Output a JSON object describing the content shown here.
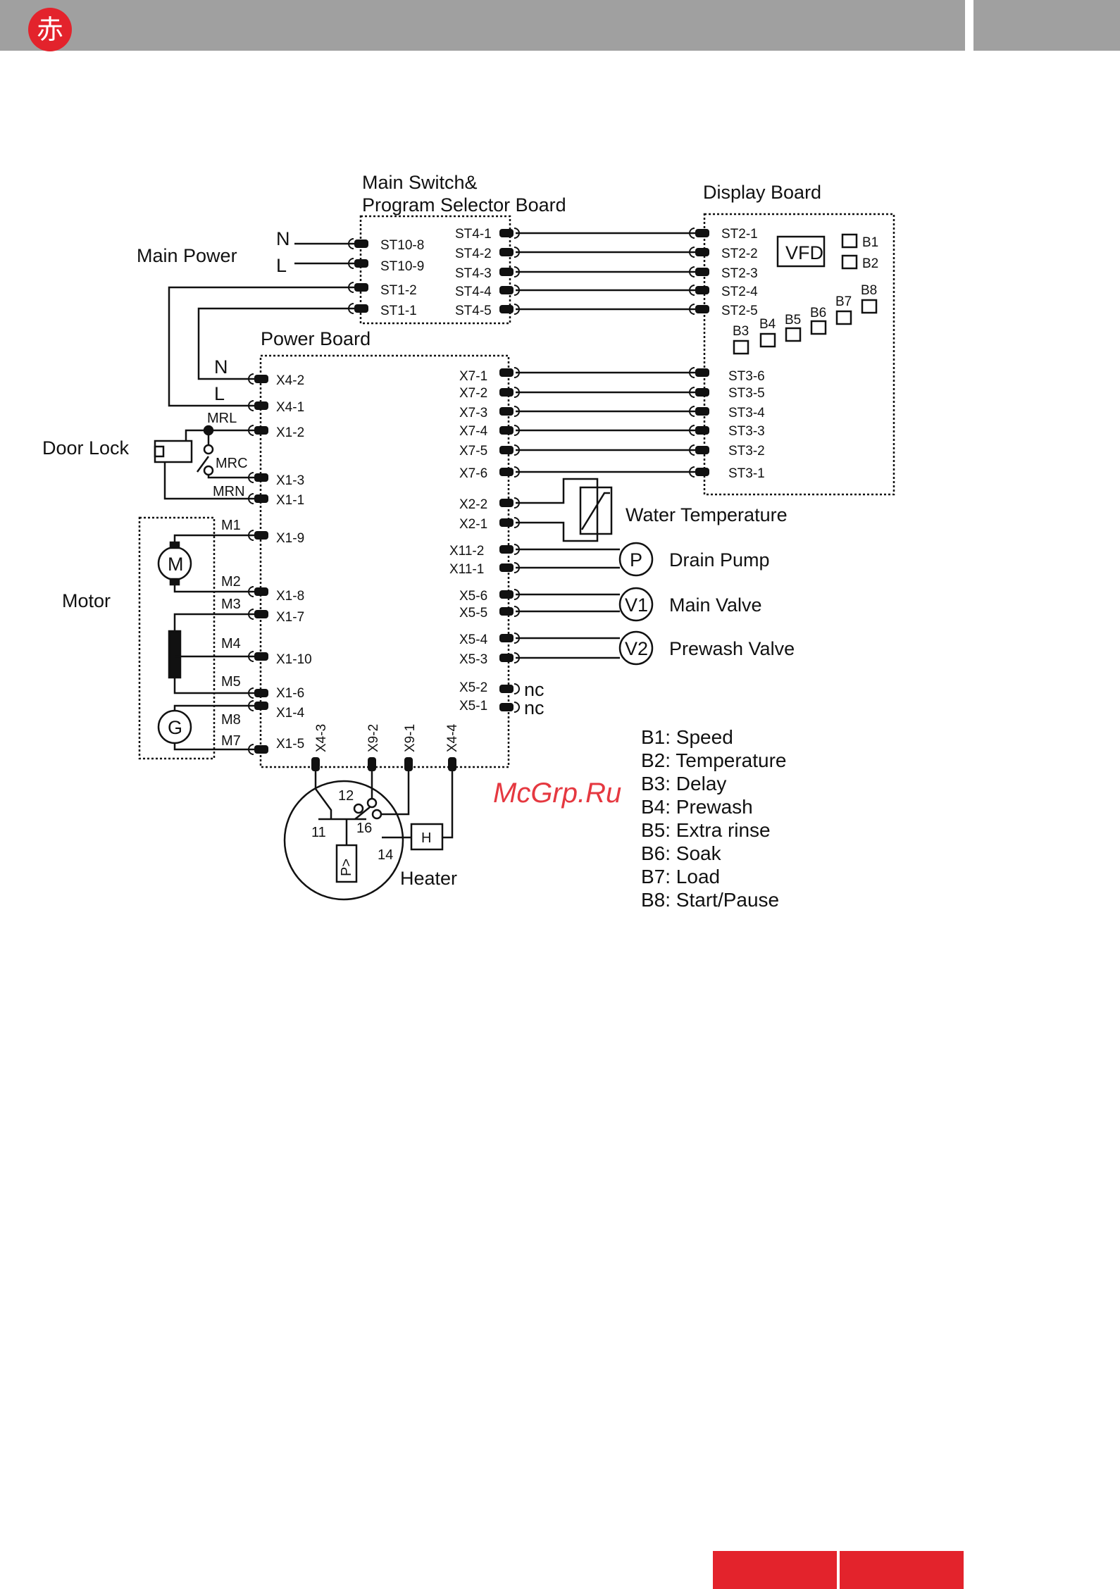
{
  "header": {
    "logo_glyph": "赤"
  },
  "watermark": "McGrp.Ru",
  "diagram": {
    "main_switch_title_1": "Main Switch&",
    "main_switch_title_2": "Program Selector Board",
    "display_board_title": "Display Board",
    "power_board_title": "Power Board",
    "main_power": "Main Power",
    "door_lock": "Door Lock",
    "motor": "Motor",
    "water_temperature": "Water Temperature",
    "drain_pump": "Drain Pump",
    "main_valve": "Main Valve",
    "prewash_valve": "Prewash Valve",
    "heater": "Heater",
    "vfd": "VFD",
    "n": "N",
    "l": "L",
    "mrl": "MRL",
    "mrc": "MRC",
    "mrn": "MRN",
    "m1": "M1",
    "m2": "M2",
    "m3": "M3",
    "m4": "M4",
    "m5": "M5",
    "m7": "M7",
    "m8": "M8",
    "motor_m": "M",
    "motor_g": "G",
    "pump_p": "P",
    "valve_v1": "V1",
    "valve_v2": "V2",
    "heater_h": "H",
    "pressure_p": "P>",
    "nc1": "nc",
    "nc2": "nc",
    "sw11": "11",
    "sw12": "12",
    "sw16": "16",
    "sw14": "14",
    "st10_8": "ST10-8",
    "st10_9": "ST10-9",
    "st1_2": "ST1-2",
    "st1_1": "ST1-1",
    "st4_1": "ST4-1",
    "st4_2": "ST4-2",
    "st4_3": "ST4-3",
    "st4_4": "ST4-4",
    "st4_5": "ST4-5",
    "st2_1": "ST2-1",
    "st2_2": "ST2-2",
    "st2_3": "ST2-3",
    "st2_4": "ST2-4",
    "st2_5": "ST2-5",
    "st3_6": "ST3-6",
    "st3_5": "ST3-5",
    "st3_4": "ST3-4",
    "st3_3": "ST3-3",
    "st3_2": "ST3-2",
    "st3_1": "ST3-1",
    "x4_2": "X4-2",
    "x4_1": "X4-1",
    "x1_2": "X1-2",
    "x1_3": "X1-3",
    "x1_1": "X1-1",
    "x1_9": "X1-9",
    "x1_8": "X1-8",
    "x1_7": "X1-7",
    "x1_10": "X1-10",
    "x1_6": "X1-6",
    "x1_4": "X1-4",
    "x1_5": "X1-5",
    "x7_1": "X7-1",
    "x7_2": "X7-2",
    "x7_3": "X7-3",
    "x7_4": "X7-4",
    "x7_5": "X7-5",
    "x7_6": "X7-6",
    "x2_2": "X2-2",
    "x2_1": "X2-1",
    "x11_2": "X11-2",
    "x11_1": "X11-1",
    "x5_6": "X5-6",
    "x5_5": "X5-5",
    "x5_4": "X5-4",
    "x5_3": "X5-3",
    "x5_2": "X5-2",
    "x5_1": "X5-1",
    "x4_3": "X4-3",
    "x9_2": "X9-2",
    "x9_1": "X9-1",
    "x4_4": "X4-4",
    "b1": "B1",
    "b2": "B2",
    "b3": "B3",
    "b4": "B4",
    "b5": "B5",
    "b6": "B6",
    "b7": "B7",
    "b8": "B8"
  },
  "legend": [
    "B1: Speed",
    "B2: Temperature",
    "B3: Delay",
    "B4: Prewash",
    "B5: Extra rinse",
    "B6: Soak",
    "B7: Load",
    "B8: Start/Pause"
  ]
}
